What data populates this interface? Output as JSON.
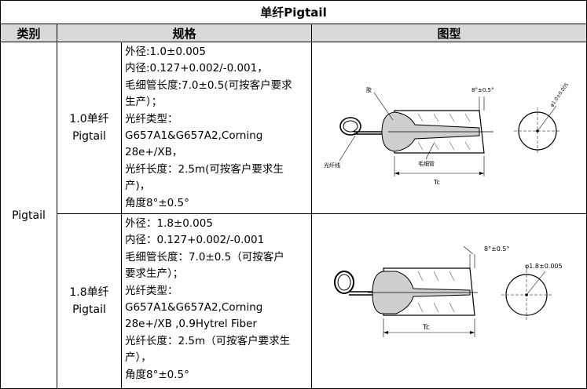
{
  "title": "单纤Pigtail",
  "headers": {
    "category": "类别",
    "spec": "规格",
    "figure": "图型"
  },
  "category": "Pigtail",
  "rows": [
    {
      "name_lines": [
        "1.0单纤",
        "Pigtail"
      ],
      "spec_lines": [
        "外径:1.0±0.005",
        "内径:0.127+0.002/-0.001，",
        "毛细管长度:7.0±0.5(可按客户要求",
        "生产）；",
        "光纤类型：",
        "G657A1&G657A2,Corning",
        "28e+/XB，",
        "光纤长度：2.5m(可按客户要求生",
        "产)，",
        "角度8°±0.5°"
      ],
      "figure": {
        "angle_label": "8°±0.5°",
        "glue_label": "胶",
        "fiber_label": "光纤线",
        "capillary_label": "毛细管",
        "length_label": "Tc",
        "diameter_label": "φ1.0±0.005"
      }
    },
    {
      "name_lines": [
        "1.8单纤",
        "Pigtail"
      ],
      "spec_lines": [
        "外径：1.8±0.005",
        "内径：0.127+0.002/-0.001",
        "毛细管长度：7.0±0.5（可按客户",
        "要求生产）；",
        "光纤类型：",
        "G657A1&G657A2,Corning",
        "28e+/XB ,0.9Hytrel Fiber",
        "光纤长度：2.5m（可按客户要求生",
        "产），",
        "角度8°±0.5°"
      ],
      "figure": {
        "angle_label": "8°±0.5°",
        "length_label": "Tc",
        "diameter_label": "φ1.8±0.005"
      }
    }
  ]
}
